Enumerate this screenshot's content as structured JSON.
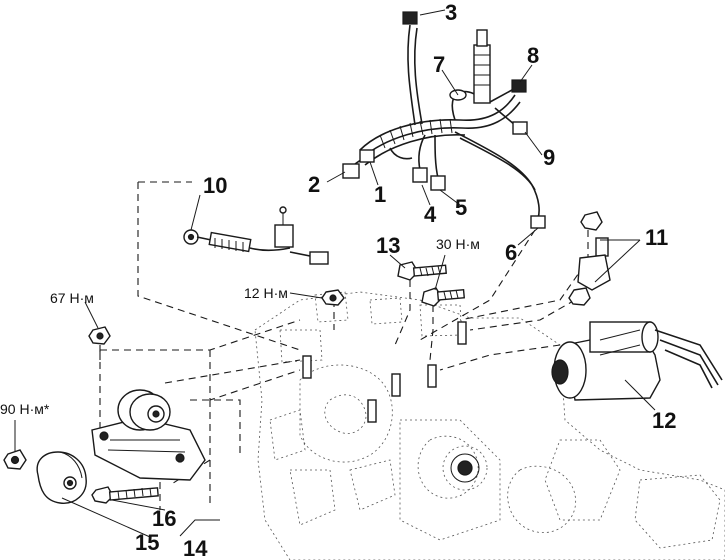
{
  "callouts": [
    "1",
    "2",
    "3",
    "4",
    "5",
    "6",
    "7",
    "8",
    "9",
    "10",
    "11",
    "12",
    "13",
    "14",
    "15",
    "16"
  ],
  "torques": {
    "t30": "30 Н·м",
    "t12": "12 Н·м",
    "t67": "67 Н·м",
    "t90": "90 Н·м*"
  }
}
